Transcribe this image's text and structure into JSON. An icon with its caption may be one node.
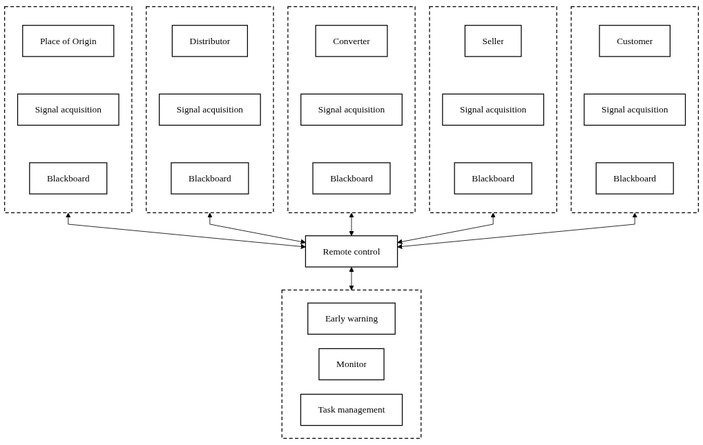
{
  "diagram": {
    "nodes": [
      {
        "text": [],
        "shape": "box"
      },
      {
        "text": [
          "Place of Origin"
        ],
        "in": 0
      },
      {
        "text": [
          "Signal acquisition"
        ],
        "in": 0
      },
      {
        "text": [
          "Blackboard"
        ],
        "in": 0
      },
      {
        "text": [],
        "shape": "box"
      },
      {
        "text": [
          "Distributor"
        ],
        "in": 4
      },
      {
        "text": [
          "Signal acquisition"
        ],
        "in": 4
      },
      {
        "text": [
          "Blackboard"
        ],
        "in": 4
      },
      {
        "text": [],
        "shape": "box"
      },
      {
        "text": [
          "Converter"
        ],
        "in": 8
      },
      {
        "text": [
          "Signal acquisition"
        ],
        "in": 8
      },
      {
        "text": [
          "Blackboard"
        ],
        "in": 8
      },
      {
        "text": [],
        "shape": "box"
      },
      {
        "text": [
          "Seller"
        ],
        "in": 12
      },
      {
        "text": [
          "Signal acquisition"
        ],
        "in": 12
      },
      {
        "text": [
          "Blackboard"
        ],
        "in": 12
      },
      {
        "text": [],
        "shape": "box"
      },
      {
        "text": [
          "Customer"
        ],
        "in": 16
      },
      {
        "text": [
          "Signal acquisition"
        ],
        "in": 16
      },
      {
        "text": [
          "Blackboard"
        ],
        "in": 16
      },
      {
        "text": [
          "Remote control"
        ]
      },
      {
        "text": [],
        "shape": "box"
      },
      {
        "text": [
          "Early warning"
        ],
        "in": 21
      },
      {
        "text": [
          "Monitor"
        ],
        "in": 21
      },
      {
        "text": [
          "Task management"
        ],
        "in": 21
      }
    ],
    "edges": [
      {
        "from": 0,
        "to": 20,
        "arrow": "both"
      },
      {
        "from": 4,
        "to": 20,
        "arrow": "both"
      },
      {
        "from": 8,
        "to": 20,
        "arrow": "both"
      },
      {
        "from": 12,
        "to": 20,
        "arrow": "both"
      },
      {
        "from": 16,
        "to": 20,
        "arrow": "both"
      },
      {
        "from": 20,
        "to": 21,
        "arrow": "both"
      }
    ]
  }
}
